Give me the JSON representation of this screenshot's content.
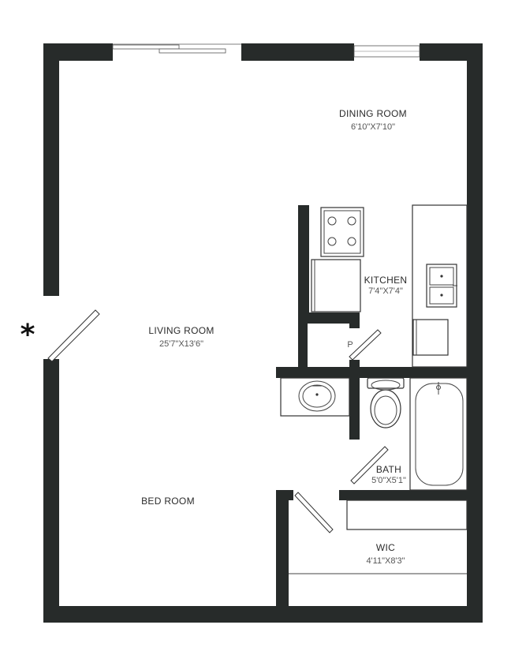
{
  "entrance_marker": "*",
  "rooms": {
    "dining": {
      "name": "DINING ROOM",
      "dims": "6'10\"X7'10\""
    },
    "kitchen": {
      "name": "KITCHEN",
      "dims": "7'4\"X7'4\""
    },
    "living": {
      "name": "LIVING ROOM",
      "dims": "25'7\"X13'6\""
    },
    "pantry": {
      "name": "P"
    },
    "bath": {
      "name": "BATH",
      "dims": "5'0\"X5'1\""
    },
    "bedroom": {
      "name": "BED ROOM"
    },
    "wic": {
      "name": "WIC",
      "dims": "4'11\"X8'3\""
    }
  },
  "colors": {
    "wall": "#272b2a",
    "line": "#333333",
    "background": "#ffffff"
  }
}
